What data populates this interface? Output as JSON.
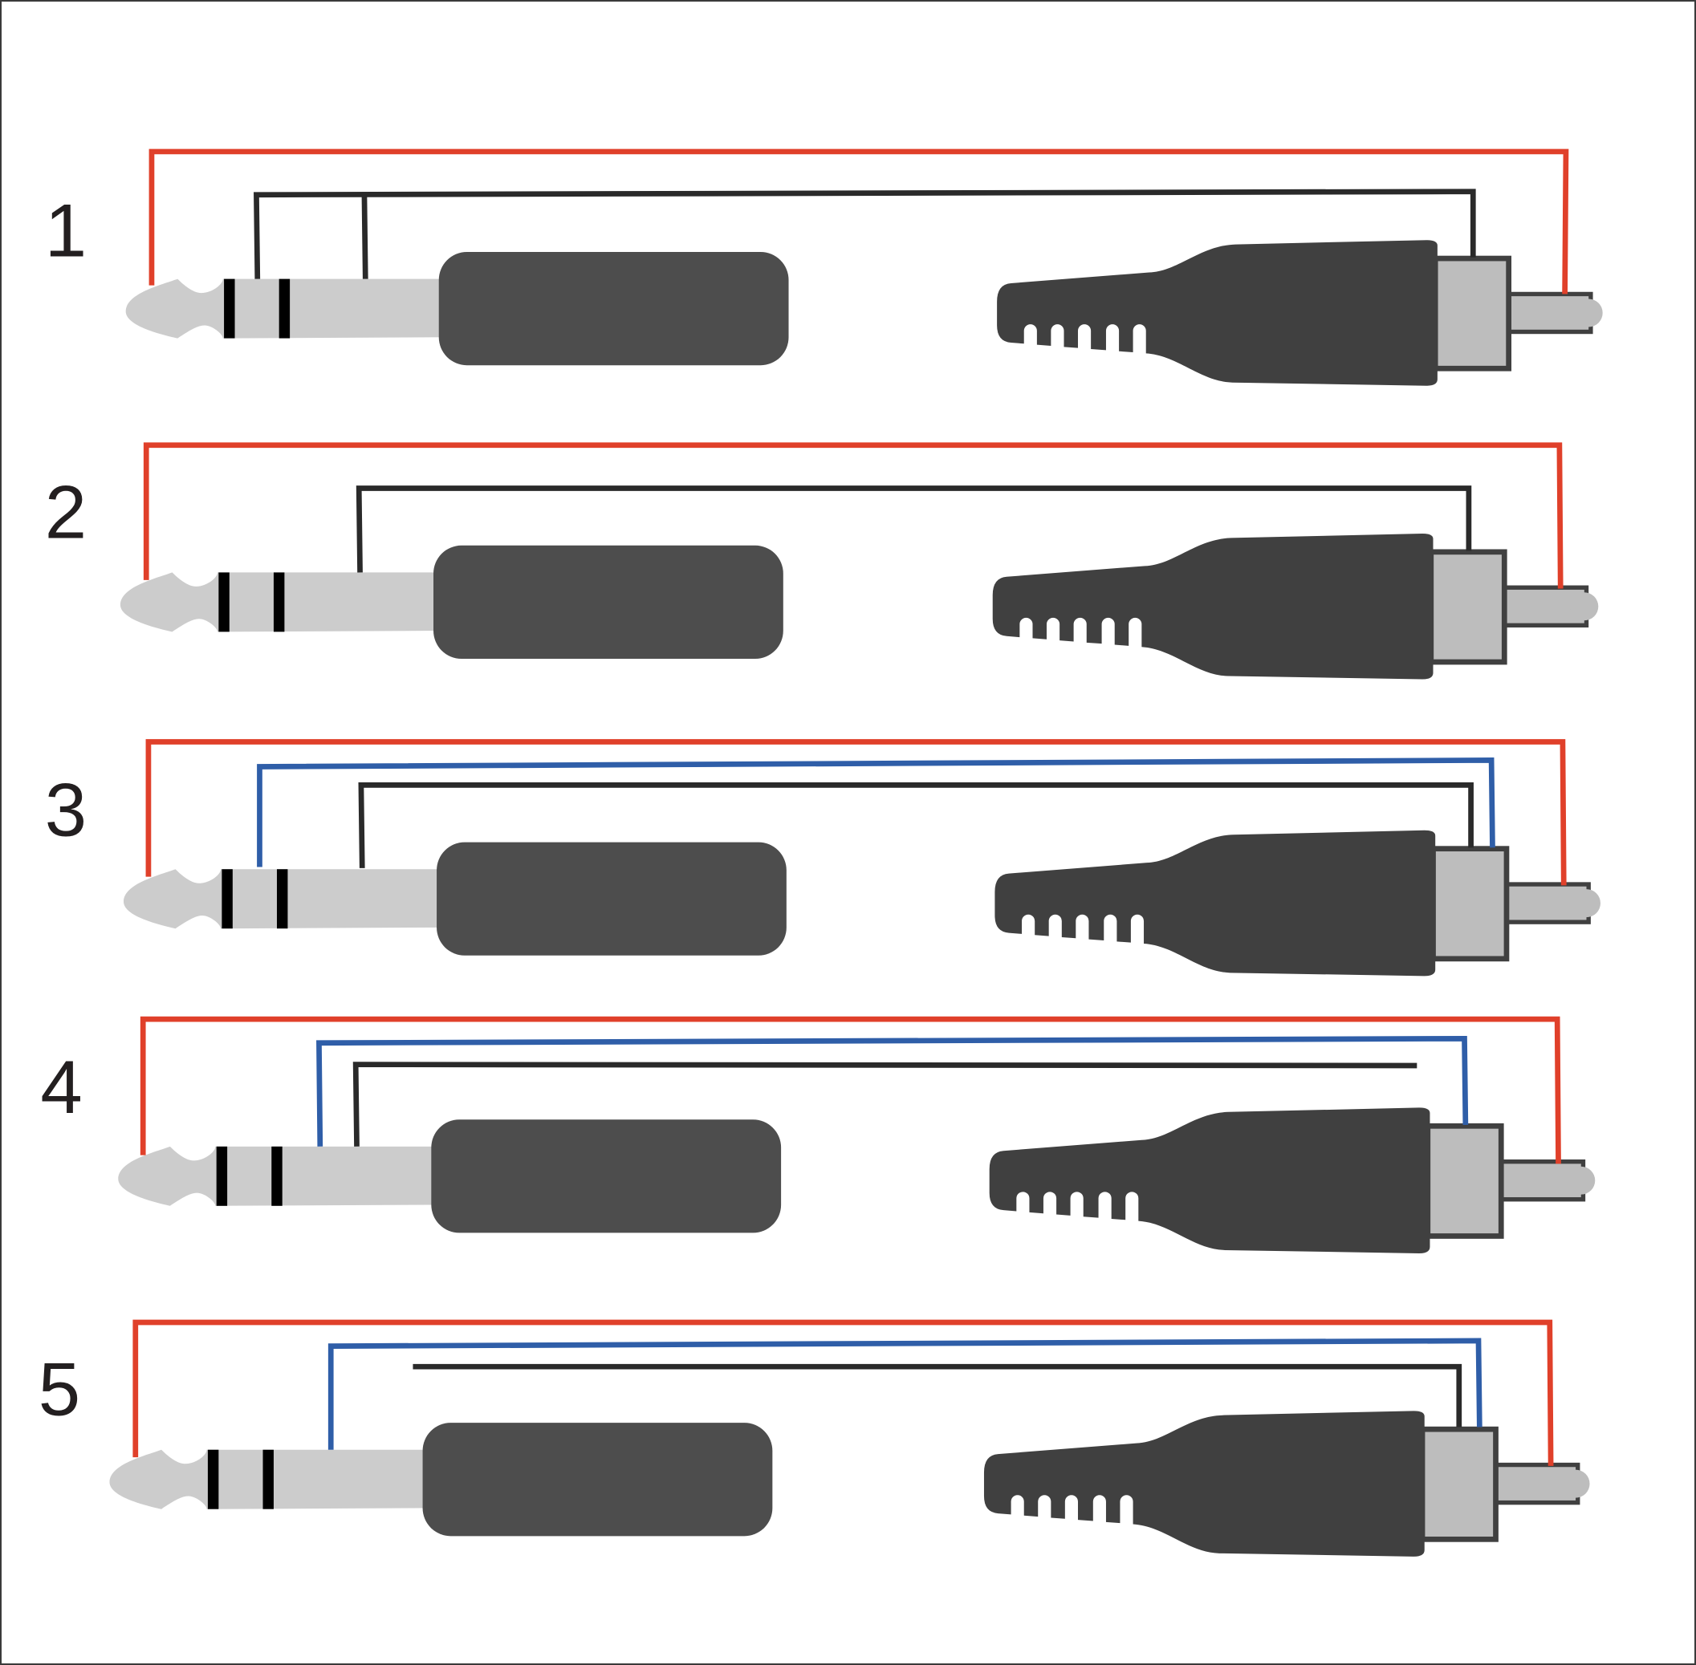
{
  "rows": [
    {
      "label": "1"
    },
    {
      "label": "2"
    },
    {
      "label": "3"
    },
    {
      "label": "4"
    },
    {
      "label": "5"
    }
  ],
  "colors": {
    "red_wire": "#e0402a",
    "blue_wire": "#2f5ea8",
    "black_wire": "#2a2a2a",
    "plug_body": "#404040",
    "jack_handle": "#4d4d4d",
    "metal": "#bdbdbd",
    "jack_sleeve": "#cccccc"
  }
}
